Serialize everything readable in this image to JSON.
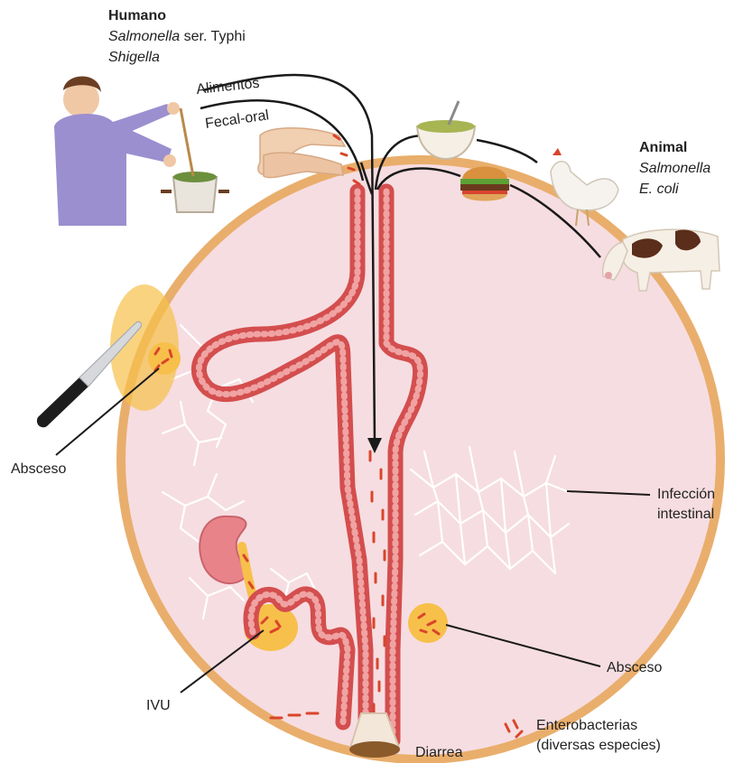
{
  "source_human": {
    "title": "Humano",
    "organism_1": "Salmonella",
    "organism_1_suffix": " ser. Typhi",
    "organism_2": "Shigella"
  },
  "source_animal": {
    "title": "Animal",
    "organism_1": "Salmonella",
    "organism_2": "E. coli"
  },
  "routes": {
    "food": "Alimentos",
    "fecal_oral": "Fecal-oral"
  },
  "outcomes": {
    "abscess_left": "Absceso",
    "intestinal_infection_line1": "Infección",
    "intestinal_infection_line2": "intestinal",
    "abscess_right": "Absceso",
    "uti": "IVU",
    "diarrhea": "Diarrea"
  },
  "legend": {
    "line1": "Enterobacterias",
    "line2": "(diversas especies)"
  },
  "colors": {
    "body_fill": "#f6dde1",
    "body_border": "#e9ae6c",
    "epithelium": "#d44e4e",
    "bacteria": "#d9452b",
    "abscess": "#f7c04a"
  }
}
